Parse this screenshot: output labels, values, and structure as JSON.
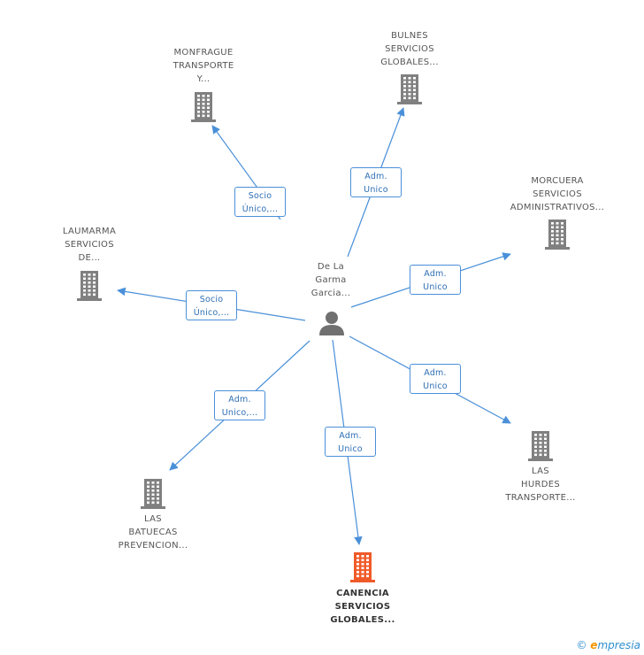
{
  "center": {
    "lines": [
      "De La",
      "Garma",
      "Garcia..."
    ]
  },
  "companies": [
    {
      "id": "monfrague",
      "lines": [
        "MONFRAGUE",
        "TRANSPORTE",
        "Y..."
      ],
      "highlight": false
    },
    {
      "id": "bulnes",
      "lines": [
        "BULNES",
        "SERVICIOS",
        "GLOBALES..."
      ],
      "highlight": false
    },
    {
      "id": "morcuera",
      "lines": [
        "MORCUERA",
        "SERVICIOS",
        "ADMINISTRATIVOS..."
      ],
      "highlight": false
    },
    {
      "id": "laumarma",
      "lines": [
        "LAUMARMA",
        "SERVICIOS",
        "DE..."
      ],
      "highlight": false
    },
    {
      "id": "hurdes",
      "lines": [
        "LAS",
        "HURDES",
        "TRANSPORTE..."
      ],
      "highlight": false
    },
    {
      "id": "batuecas",
      "lines": [
        "LAS",
        "BATUECAS",
        "PREVENCION..."
      ],
      "highlight": false
    },
    {
      "id": "canencia",
      "lines": [
        "CANENCIA",
        "SERVICIOS",
        "GLOBALES..."
      ],
      "highlight": true
    }
  ],
  "edges": [
    {
      "to": "monfrague",
      "lines": [
        "Socio",
        "Único,..."
      ]
    },
    {
      "to": "bulnes",
      "lines": [
        "Adm.",
        "Unico"
      ]
    },
    {
      "to": "morcuera",
      "lines": [
        "Adm.",
        "Unico"
      ]
    },
    {
      "to": "laumarma",
      "lines": [
        "Socio",
        "Único,..."
      ]
    },
    {
      "to": "hurdes",
      "lines": [
        "Adm.",
        "Unico"
      ]
    },
    {
      "to": "batuecas",
      "lines": [
        "Adm.",
        "Unico,..."
      ]
    },
    {
      "to": "canencia",
      "lines": [
        "Adm.",
        "Unico"
      ]
    }
  ],
  "footer": {
    "copyright": "©",
    "brand_first": "e",
    "brand_rest": "mpresia"
  },
  "colors": {
    "edge": "#4a90d9",
    "building": "#808080",
    "building_highlight": "#f05a28",
    "person": "#707070"
  }
}
